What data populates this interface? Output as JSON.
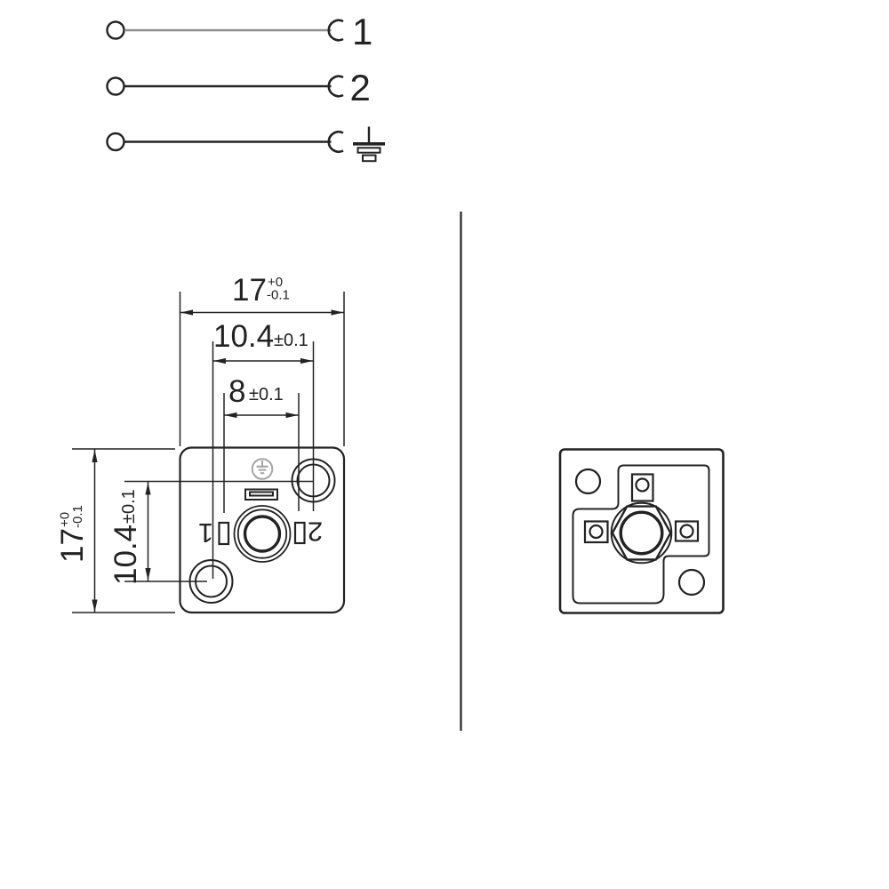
{
  "drawing": {
    "schematic": {
      "contact_1": "1",
      "contact_2": "2",
      "contact_3_icon": "earth-ground-icon"
    },
    "front_view": {
      "pin_1": "1",
      "pin_2": "2",
      "earth_mark_icon": "protective-earth-icon"
    },
    "dimensions": {
      "width": {
        "nominal": "17",
        "tol_upper": "+0",
        "tol_lower": "-0.1"
      },
      "hole_pitch_x": {
        "nominal": "10.4",
        "tol": "±0.1"
      },
      "pin_pitch": {
        "nominal": "8",
        "tol": "±0.1"
      },
      "height": {
        "nominal": "17",
        "tol_upper": "+0",
        "tol_lower": "-0.1"
      },
      "hole_pitch_y": {
        "nominal": "10.4",
        "tol": "±0.1"
      }
    },
    "colors": {
      "line": "#232323",
      "wire_grey": "#8f8f8f",
      "earth_mark_grey": "#a5a5a5",
      "background": "#ffffff"
    }
  }
}
